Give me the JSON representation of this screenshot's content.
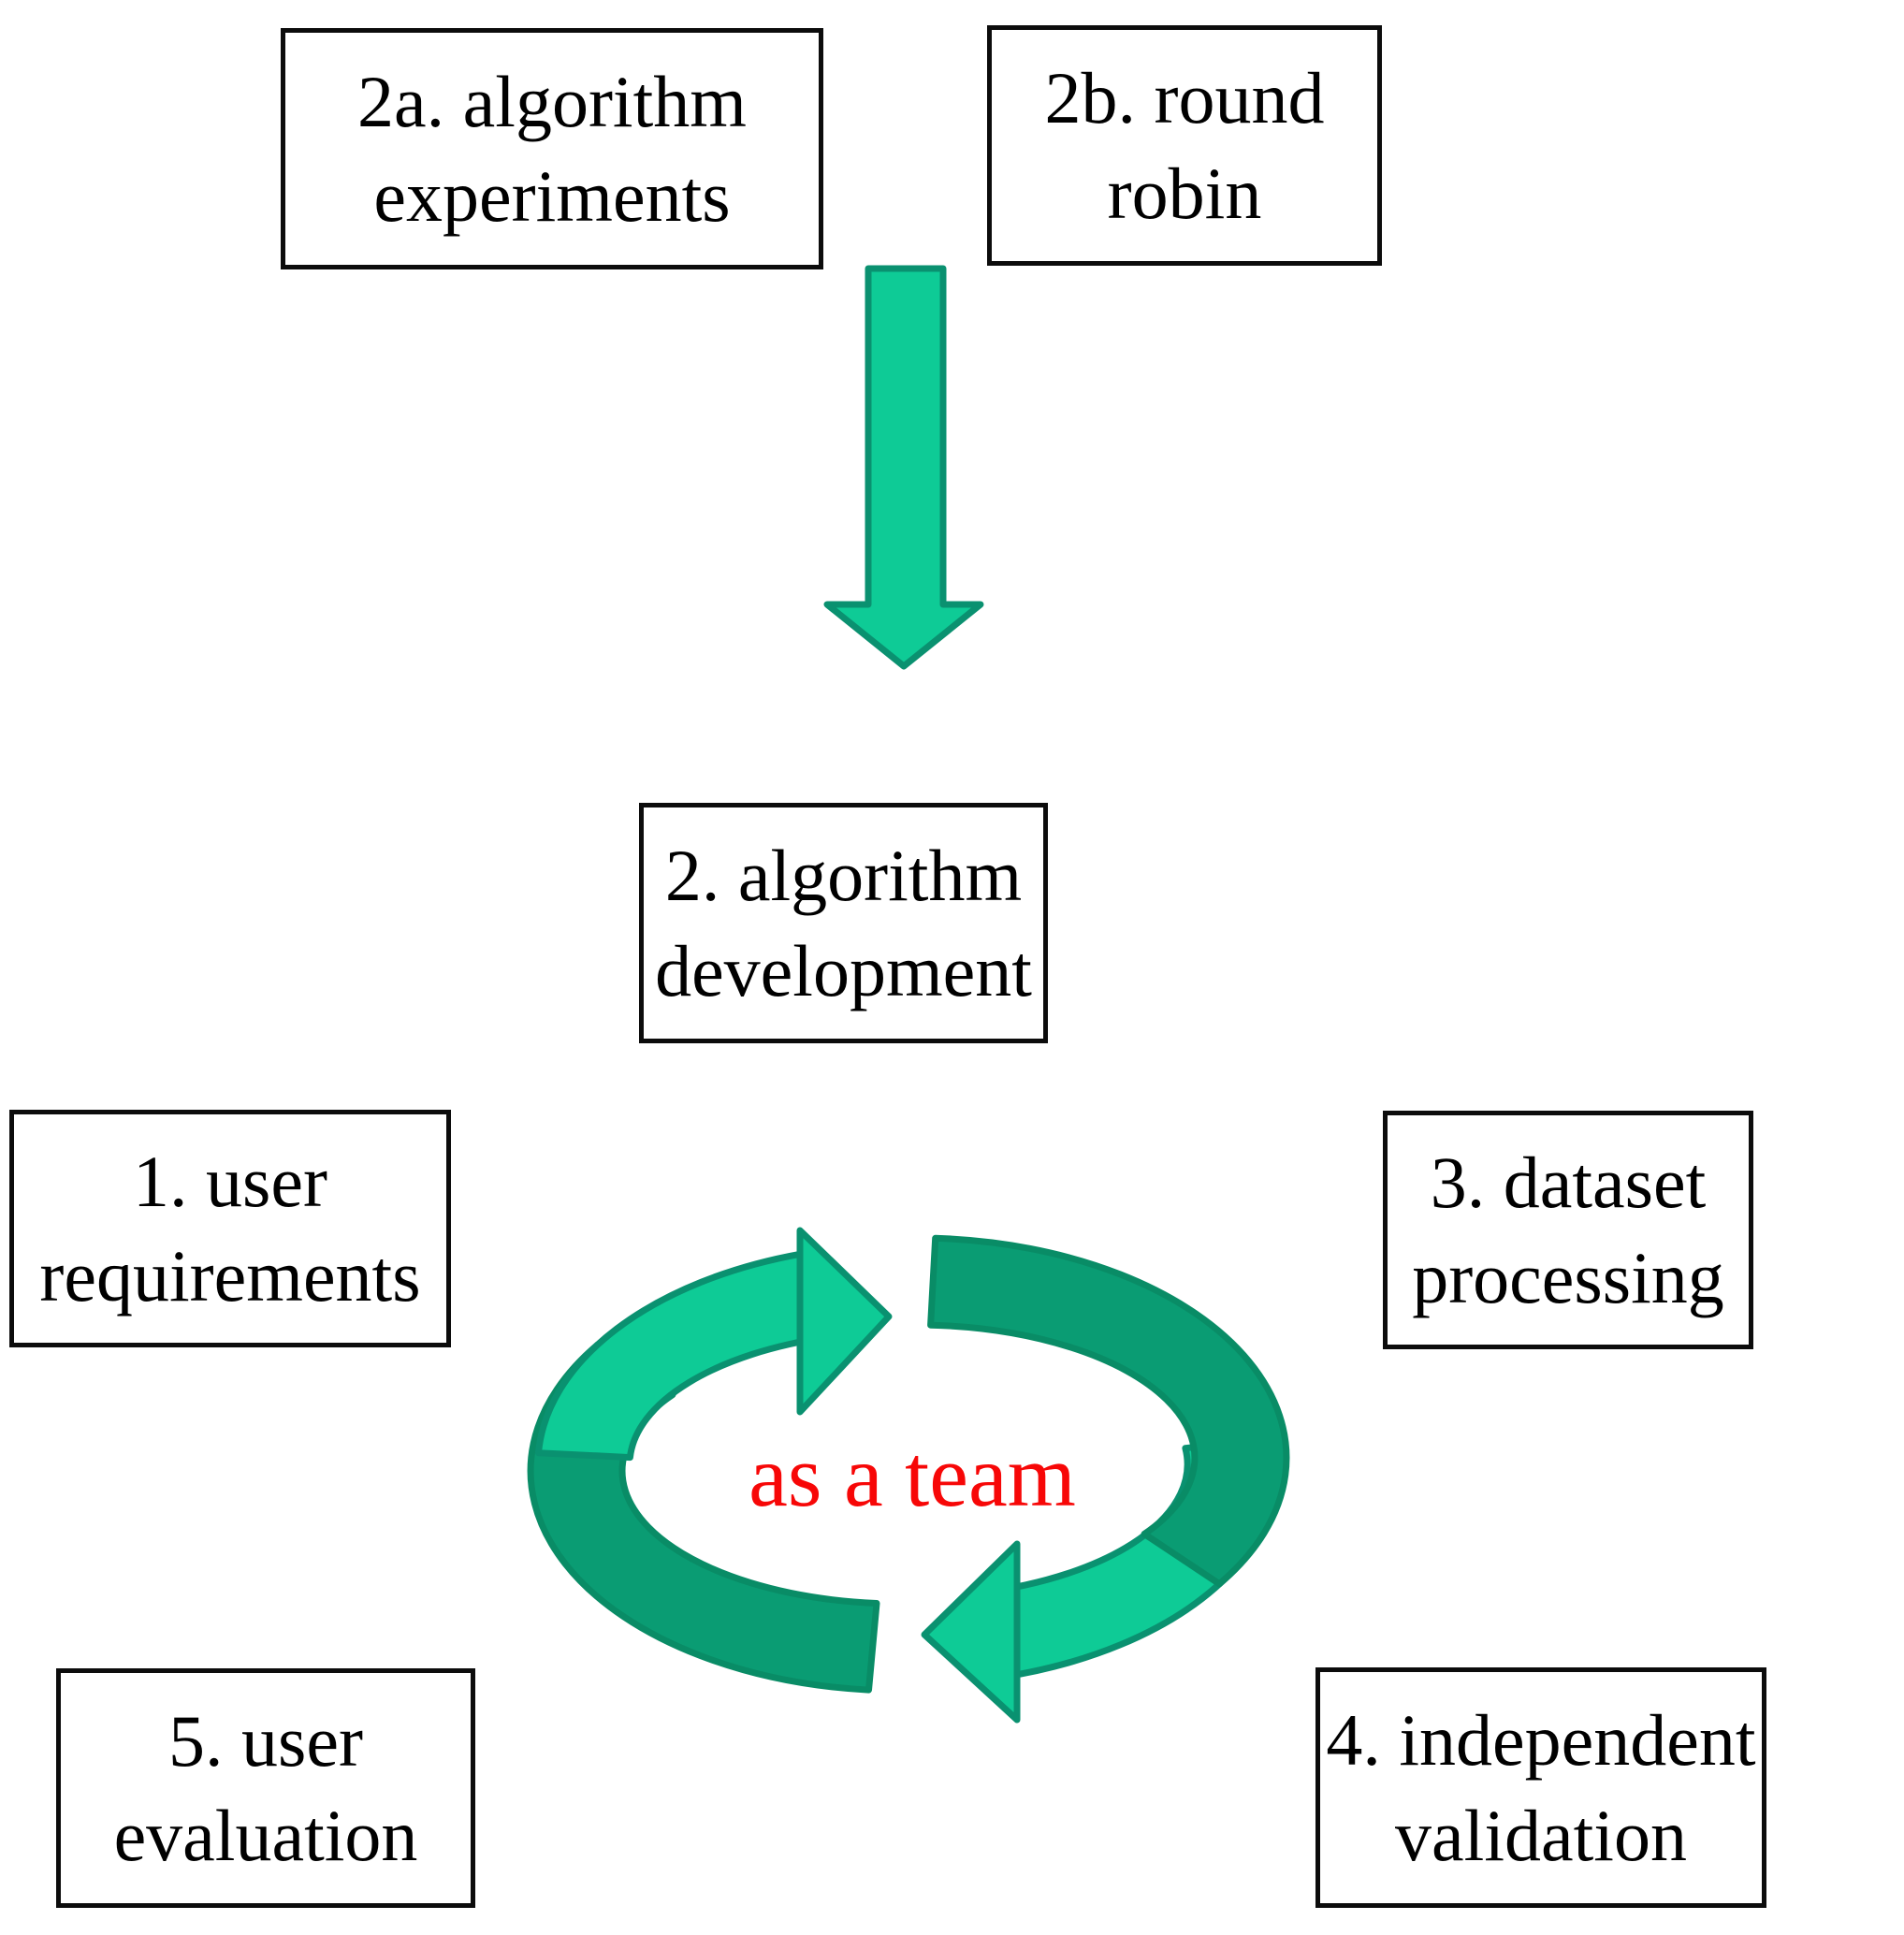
{
  "diagram": {
    "boxes": [
      {
        "id": "2a",
        "line1": "2a. algorithm",
        "line2": "experiments"
      },
      {
        "id": "2b",
        "line1": "2b. round",
        "line2": "robin"
      },
      {
        "id": "2",
        "line1": "2. algorithm",
        "line2": "development"
      },
      {
        "id": "1",
        "line1": "1. user",
        "line2": "requirements"
      },
      {
        "id": "3",
        "line1": "3. dataset",
        "line2": "processing"
      },
      {
        "id": "5",
        "line1": "5. user",
        "line2": "evaluation"
      },
      {
        "id": "4",
        "line1": "4. independent",
        "line2": "validation"
      }
    ],
    "center_label": "as a team",
    "graphics": {
      "down_arrow": "block arrow pointing down from 2a/2b toward 2. algorithm development",
      "cycle": "two curved ribbon arrows forming a clockwise loop around the center label"
    },
    "colors": {
      "arrow_light": "#0ecb96",
      "arrow_dark": "#0a9c73",
      "arrow_outline": "#0a9170",
      "arrow_outline_dark": "#098c66",
      "label_red": "#f70707",
      "box_border": "#0c0c0c",
      "text": "#000000",
      "background": "#ffffff"
    }
  }
}
